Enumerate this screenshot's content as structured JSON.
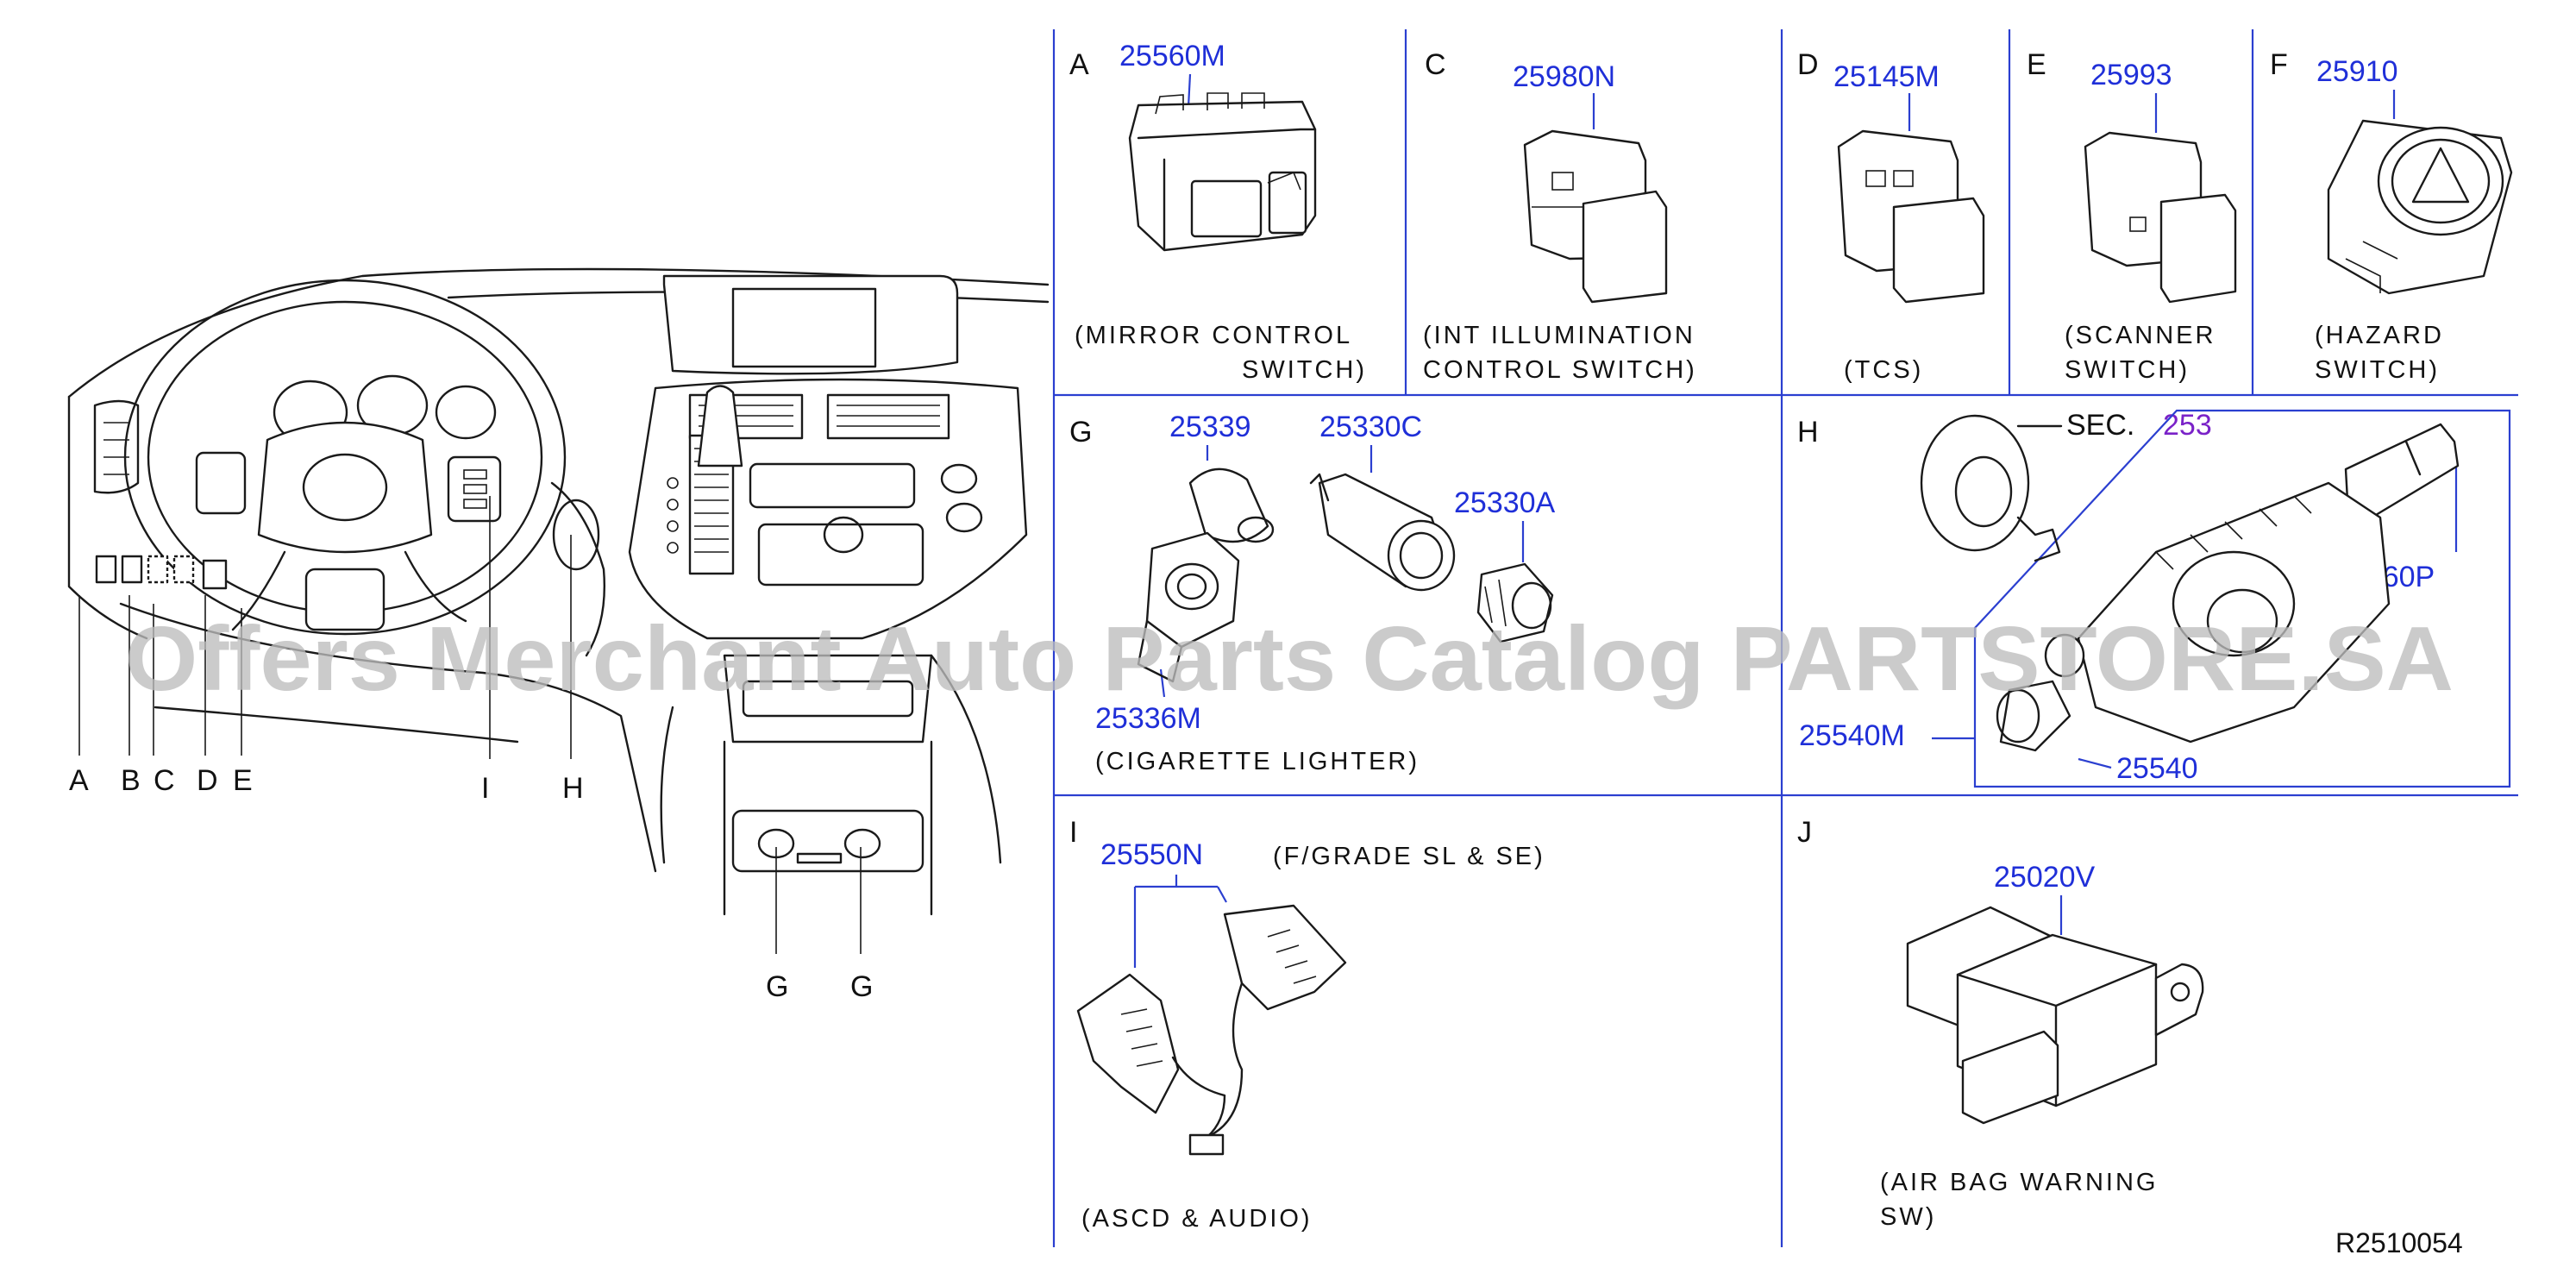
{
  "panels": [
    {
      "letter": "A",
      "part": "25560M",
      "caption": [
        "(MIRROR   CONTROL",
        "SWITCH)"
      ]
    },
    {
      "letter": "C",
      "part": "25980N",
      "caption": [
        "(INT   ILLUMINATION",
        "CONTROL   SWITCH)"
      ]
    },
    {
      "letter": "D",
      "part": "25145M",
      "caption": [
        "(TCS)"
      ]
    },
    {
      "letter": "E",
      "part": "25993",
      "caption": [
        "(SCANNER",
        "SWITCH)"
      ]
    },
    {
      "letter": "F",
      "part": "25910",
      "caption": [
        "(HAZARD",
        "SWITCH)"
      ]
    },
    {
      "letter": "G",
      "parts": [
        "25339",
        "25330C",
        "25330A",
        "25336M"
      ],
      "caption": [
        "(CIGARETTE   LIGHTER)"
      ]
    },
    {
      "letter": "H",
      "sec_label": "SEC.",
      "sec_number": "253",
      "parts": [
        "25260P",
        "25540M",
        "25540"
      ]
    },
    {
      "letter": "I",
      "part": "25550N",
      "grade_note": "(F/GRADE   SL   &   SE)",
      "caption": [
        "(ASCD   &   AUDIO)"
      ]
    },
    {
      "letter": "J",
      "part": "25020V",
      "caption": [
        "(AIR   BAG   WARNING",
        "SW)"
      ]
    }
  ],
  "dashboard_callouts": [
    "A",
    "B",
    "C",
    "D",
    "E",
    "I",
    "H",
    "G",
    "G"
  ],
  "watermark": "Offers Merchant Auto Parts Catalog PARTSTORE.SA",
  "diagram_ref": "R2510054",
  "colors": {
    "part_number": "#1f2fd8",
    "section_ref": "#7a22c8",
    "grid": "#2b3fd0",
    "watermark": "#bdbdbd"
  }
}
